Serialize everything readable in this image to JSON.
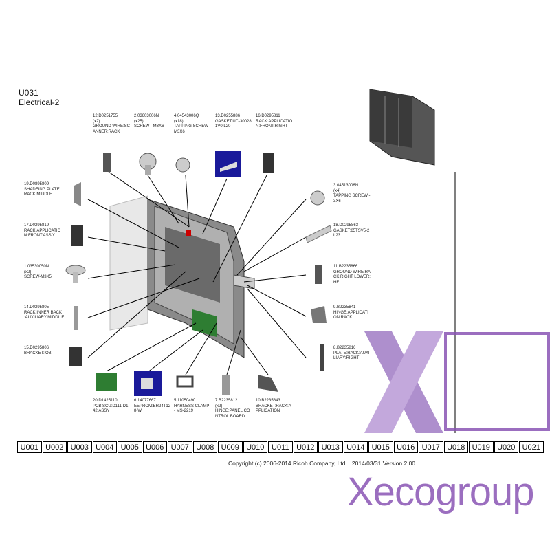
{
  "header": {
    "code": "U031",
    "title": "Electrical-2"
  },
  "parts_top": [
    {
      "num": "12.D0251755",
      "qty": "(x2)",
      "name": "GROUND WIRE:SC ANNER:RACK"
    },
    {
      "num": "2.03603006N",
      "qty": "(x25)",
      "name": "SCREW - M3X6"
    },
    {
      "num": "4.04543006Q",
      "qty": "(x18)",
      "name": "TAPPING SCREW - M3X6"
    },
    {
      "num": "13.D0255886",
      "qty": "",
      "name": "GASKET:UC-30028 1V0:L20"
    },
    {
      "num": "16.D0295811",
      "qty": "",
      "name": "RACK:APPLICATIO N:FRONT:RIGHT"
    }
  ],
  "parts_left": [
    {
      "num": "19.D0895809",
      "qty": "",
      "name": "SHADEING PLATE: RACK:MIDDLE"
    },
    {
      "num": "17.D0295819",
      "qty": "",
      "name": "RACK:APPLICATIO N:FRONT:ASS'Y"
    },
    {
      "num": "1.03530050N",
      "qty": "(x2)",
      "name": "SCREW-M3X5"
    },
    {
      "num": "14.D0295805",
      "qty": "",
      "name": "RACK:INNER BACK :AUXILIARY:MIDDL E"
    },
    {
      "num": "15.D0295806",
      "qty": "",
      "name": "BRACKET:IOB"
    }
  ],
  "parts_right": [
    {
      "num": "3.04513006N",
      "qty": "(x4)",
      "name": "TAPPING SCREW - 3X6"
    },
    {
      "num": "18.D0295863",
      "qty": "",
      "name": "GASKET:65TSV5-2 L23"
    },
    {
      "num": "11.B2235866",
      "qty": "",
      "name": "GROUND WIRE:RA CK:RIGHT LOWER: HF"
    },
    {
      "num": "9.B2235841",
      "qty": "",
      "name": "HINGE:APPLICATI ON:RACK"
    },
    {
      "num": "8.B2235816",
      "qty": "",
      "name": "PLATE:RACK:AUXI LIARY:RIGHT"
    }
  ],
  "parts_bottom": [
    {
      "num": "20.D1425110",
      "qty": "",
      "name": "PCB:SCU:D111-D1 42:ASSY"
    },
    {
      "num": "6.14077667",
      "qty": "",
      "name": "EEPROM:BR24T12 8-W"
    },
    {
      "num": "5.11050490",
      "qty": "",
      "name": "HARNESS CLAMP - MS-2219"
    },
    {
      "num": "7.B2235812",
      "qty": "(x2)",
      "name": "HINGE:PANEL:CO NTROL BOARD"
    },
    {
      "num": "10.B2235843",
      "qty": "",
      "name": "BRACKET:RACK:A PPLICATION"
    }
  ],
  "tabs": [
    "U001",
    "U002",
    "U003",
    "U004",
    "U005",
    "U006",
    "U007",
    "U008",
    "U009",
    "U010",
    "U011",
    "U012",
    "U013",
    "U014",
    "U015",
    "U016",
    "U017",
    "U018",
    "U019",
    "U020",
    "U021"
  ],
  "footer": {
    "copyright": "Copyright (c) 2006-2014 Ricoh Company, Ltd.",
    "version": "2014/03/31 Version 2.00"
  },
  "watermark": {
    "text": "Xecogroup",
    "color": "#8a55b5"
  },
  "colors": {
    "highlight_box": "#1a1a9a",
    "pcb": "#2e7d32"
  }
}
